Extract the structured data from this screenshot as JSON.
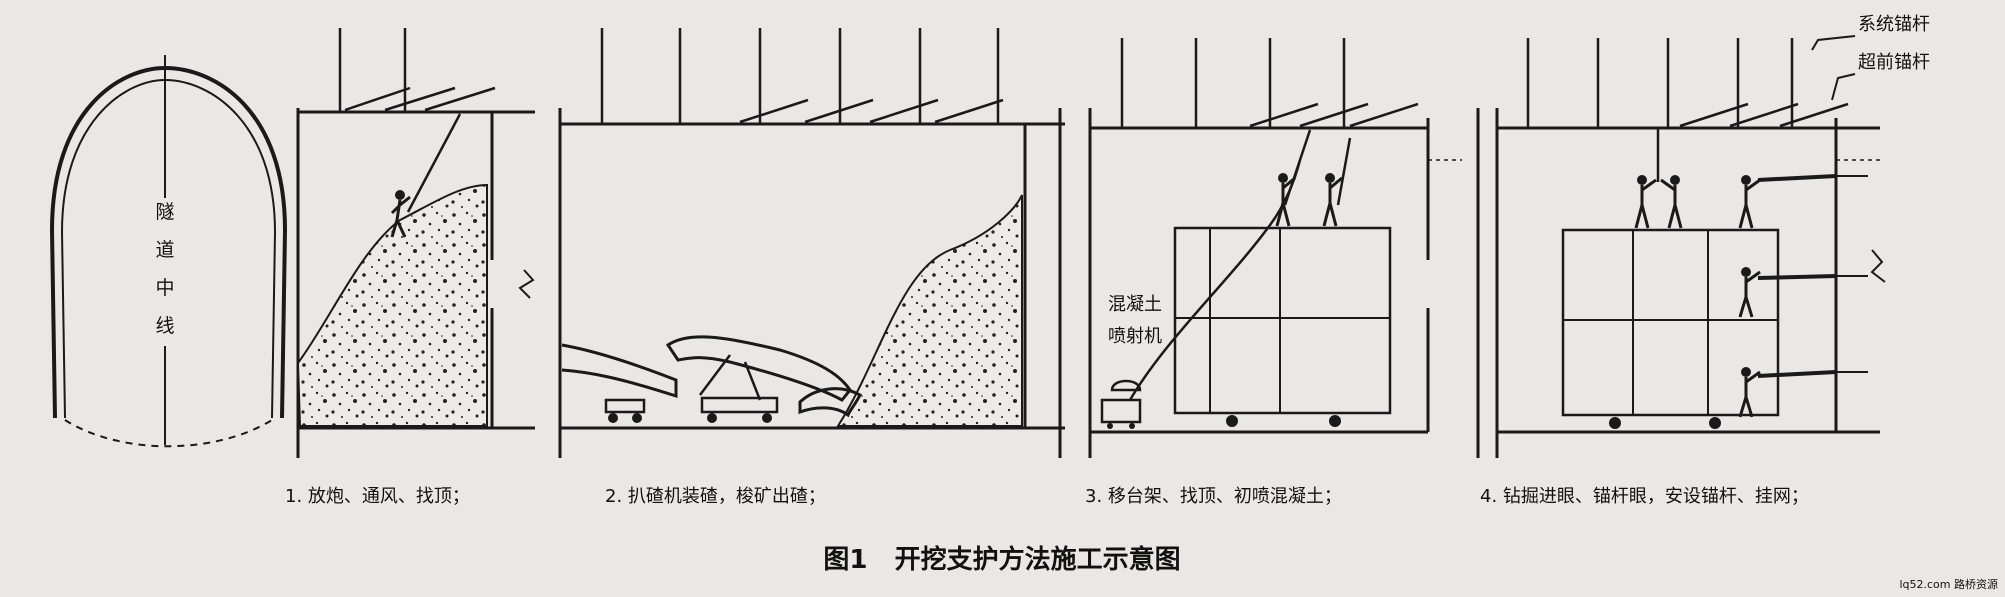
{
  "diagram": {
    "tunnel_label_chars": [
      "隧",
      "道",
      "中",
      "线"
    ],
    "legend": {
      "system_anchor": "系统锚杆",
      "advance_anchor": "超前锚杆"
    },
    "machine_label_line1": "混凝土",
    "machine_label_line2": "喷射机",
    "steps": [
      "1. 放炮、通风、找顶；",
      "2. 扒碴机装碴，梭矿出碴；",
      "3. 移台架、找顶、初喷混凝土；",
      "4. 钻掘进眼、锚杆眼，安设锚杆、挂网；"
    ],
    "caption": "图1   开挖支护方法施工示意图",
    "watermark": "lq52.com 路桥资源"
  }
}
